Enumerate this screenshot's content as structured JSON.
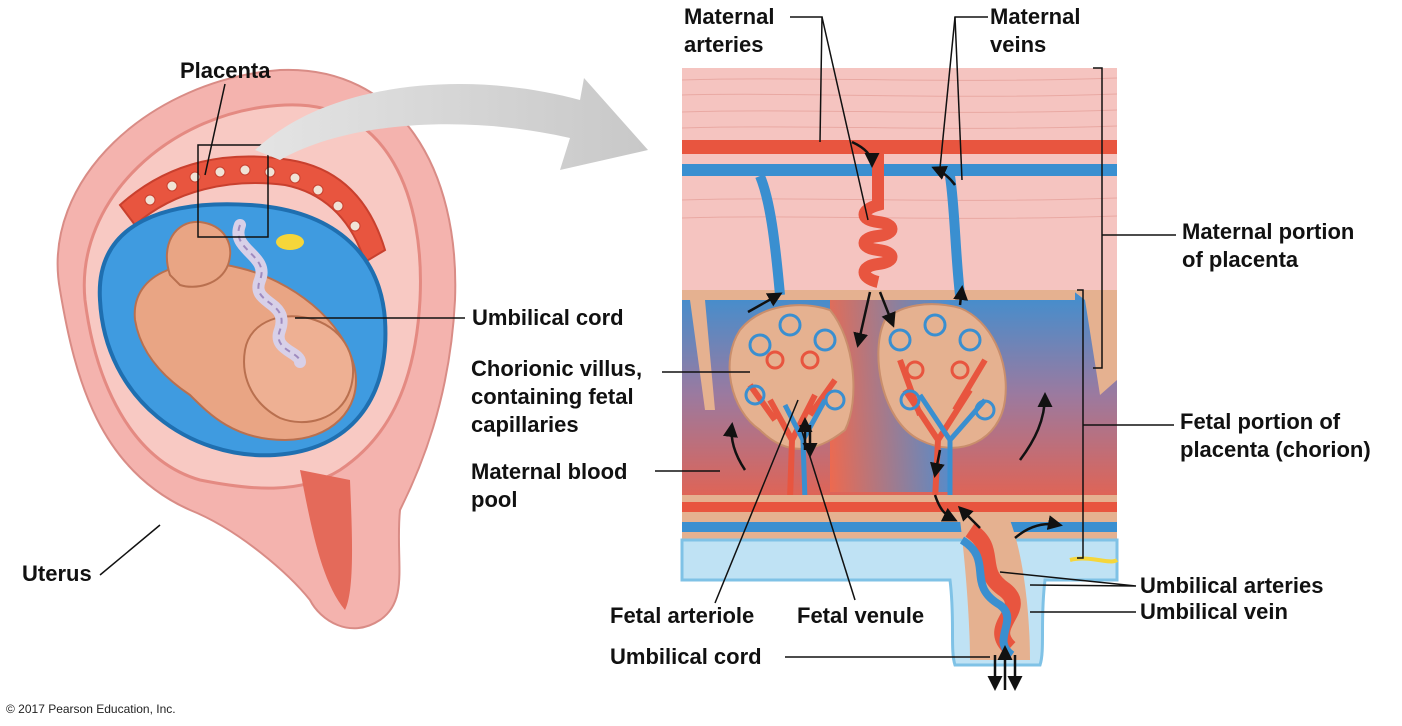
{
  "labels": {
    "placenta": "Placenta",
    "umbilical_cord_left": "Umbilical cord",
    "uterus": "Uterus",
    "maternal_arteries": [
      "Maternal",
      "arteries"
    ],
    "maternal_veins": [
      "Maternal",
      "veins"
    ],
    "maternal_portion": [
      "Maternal portion",
      "of placenta"
    ],
    "fetal_portion": [
      "Fetal portion of",
      "placenta (chorion)"
    ],
    "chorionic_villus": [
      "Chorionic villus,",
      "containing fetal",
      "capillaries"
    ],
    "maternal_blood_pool": [
      "Maternal blood",
      "pool"
    ],
    "fetal_arteriole": "Fetal arteriole",
    "fetal_venule": "Fetal venule",
    "umbilical_cord_bottom": "Umbilical cord",
    "umbilical_arteries": "Umbilical arteries",
    "umbilical_vein": "Umbilical vein"
  },
  "copyright": "© 2017 Pearson Education, Inc.",
  "colors": {
    "maternal_artery": "#e8553f",
    "maternal_vein": "#3a8fd0",
    "uterus_pink": "#f4b3ae",
    "amniotic_blue": "#3f9be0",
    "fetus_skin": "#e9a584",
    "villus_tan": "#e5b190",
    "umbilical_vein_yellow": "#f5d63a"
  }
}
